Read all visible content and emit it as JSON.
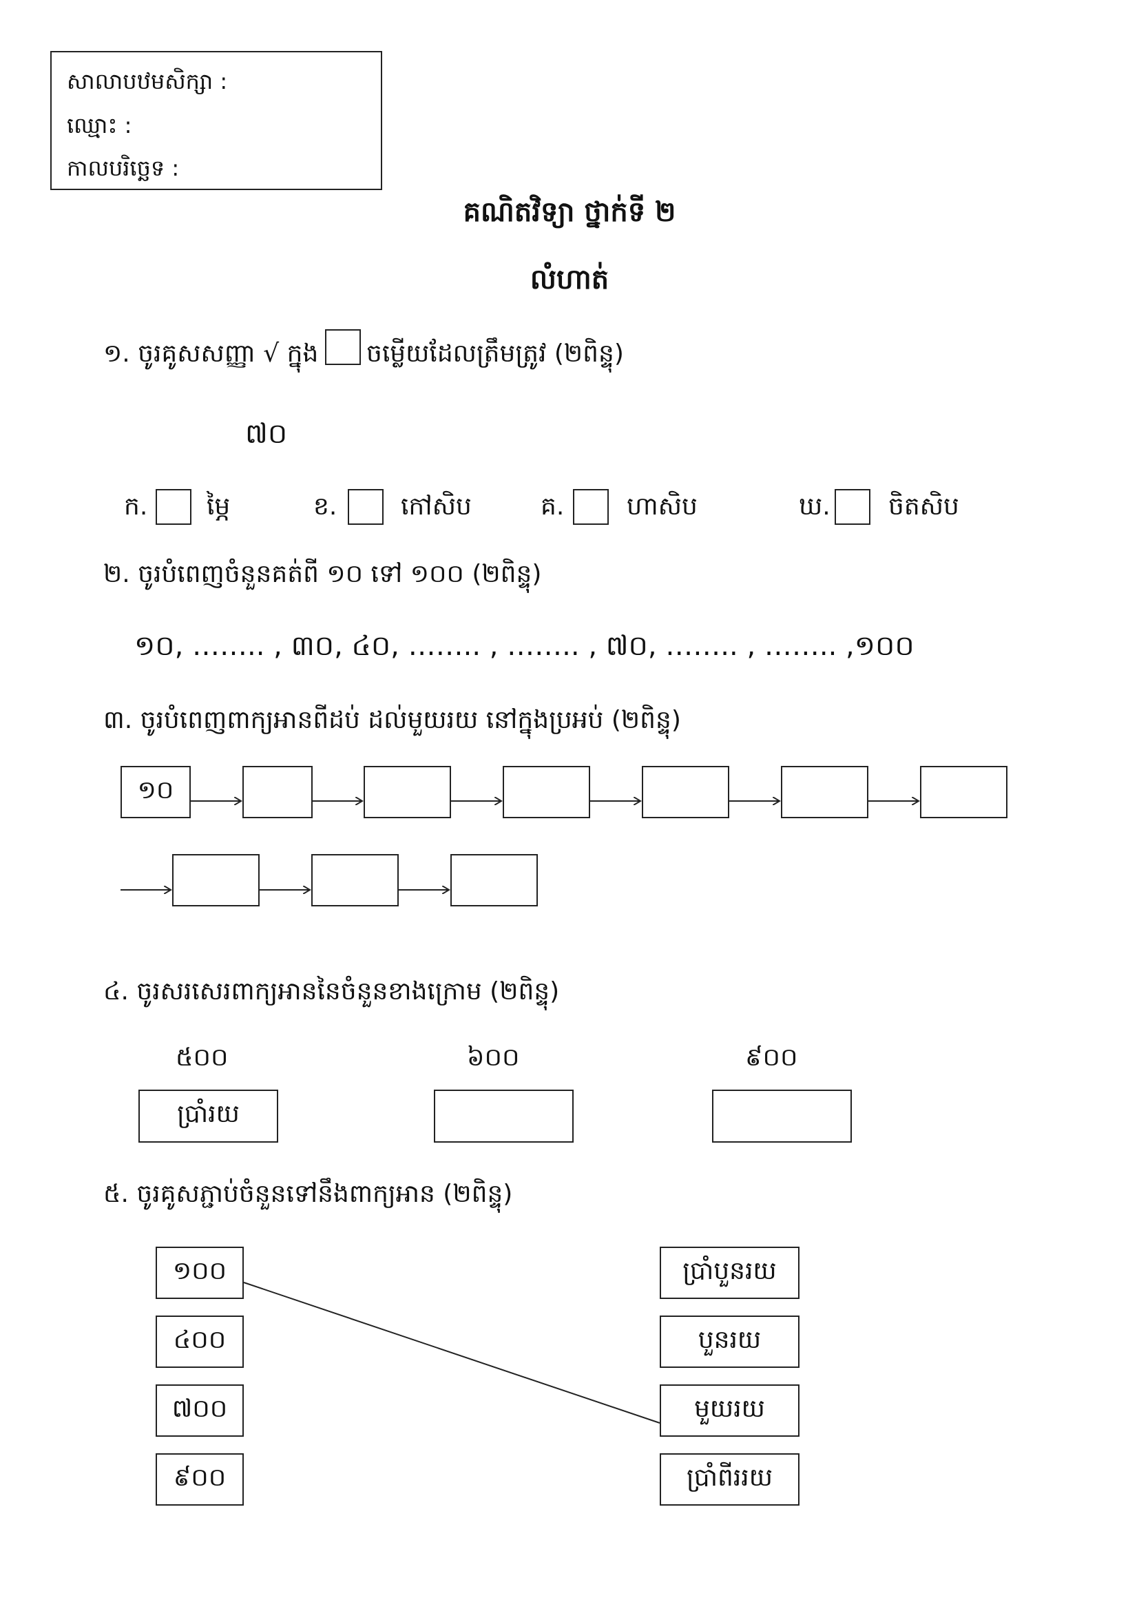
{
  "header": {
    "school_label": "សាលាបឋមសិក្សា :",
    "name_label": "ឈ្មោះ :",
    "date_label": "កាលបរិច្ឆេទ :"
  },
  "title": "គណិតវិទ្យា ថ្នាក់ទី ២",
  "subtitle": "លំហាត់",
  "q1": {
    "prompt_a": "១. ចូរគូសសញ្ញា √  ក្នុង",
    "prompt_b": "ចម្លើយដែលត្រឹមត្រូវ  (២ពិន្ទុ)",
    "number": "៧០",
    "options": [
      {
        "letter": "ក.",
        "text": "ម្ភៃ"
      },
      {
        "letter": "ខ.",
        "text": "កៅសិប"
      },
      {
        "letter": "គ.",
        "text": "ហាសិប"
      },
      {
        "letter": "ឃ.",
        "text": "ចិតសិប"
      }
    ]
  },
  "q2": {
    "prompt": "២. ចូរបំពេញចំនួនគត់ពី ១០ ទៅ ១០០ (២ពិន្ទុ)",
    "sequence": "១០, …….. ,    ៣០,   ៤០,    ……..    , ……..    ,   ៧០,    …….. ,  …….. ,១០០"
  },
  "q3": {
    "prompt": "៣. ចូរបំពេញពាក្យអានពីដប់ ដល់មួយរយ នៅក្នុងប្រអប់ (២ពិន្ទុ)",
    "first_box": "១០"
  },
  "q4": {
    "prompt": "៤. ចូរសរសេរពាក្យអាននៃចំនួនខាងក្រោម (២ពិន្ទុ)",
    "items": [
      {
        "number": "៥០០",
        "answer": "ប្រាំរយ"
      },
      {
        "number": "៦០០",
        "answer": ""
      },
      {
        "number": "៩០០",
        "answer": ""
      }
    ]
  },
  "q5": {
    "prompt": "៥. ចូរគូសភ្ជាប់ចំនួនទៅនឹងពាក្យអាន (២ពិន្ទុ)",
    "numbers": [
      "១០០",
      "៤០០",
      "៧០០",
      "៩០០"
    ],
    "words": [
      "ប្រាំបួនរយ",
      "បួនរយ",
      "មួយរយ",
      "ប្រាំពីររយ"
    ]
  }
}
